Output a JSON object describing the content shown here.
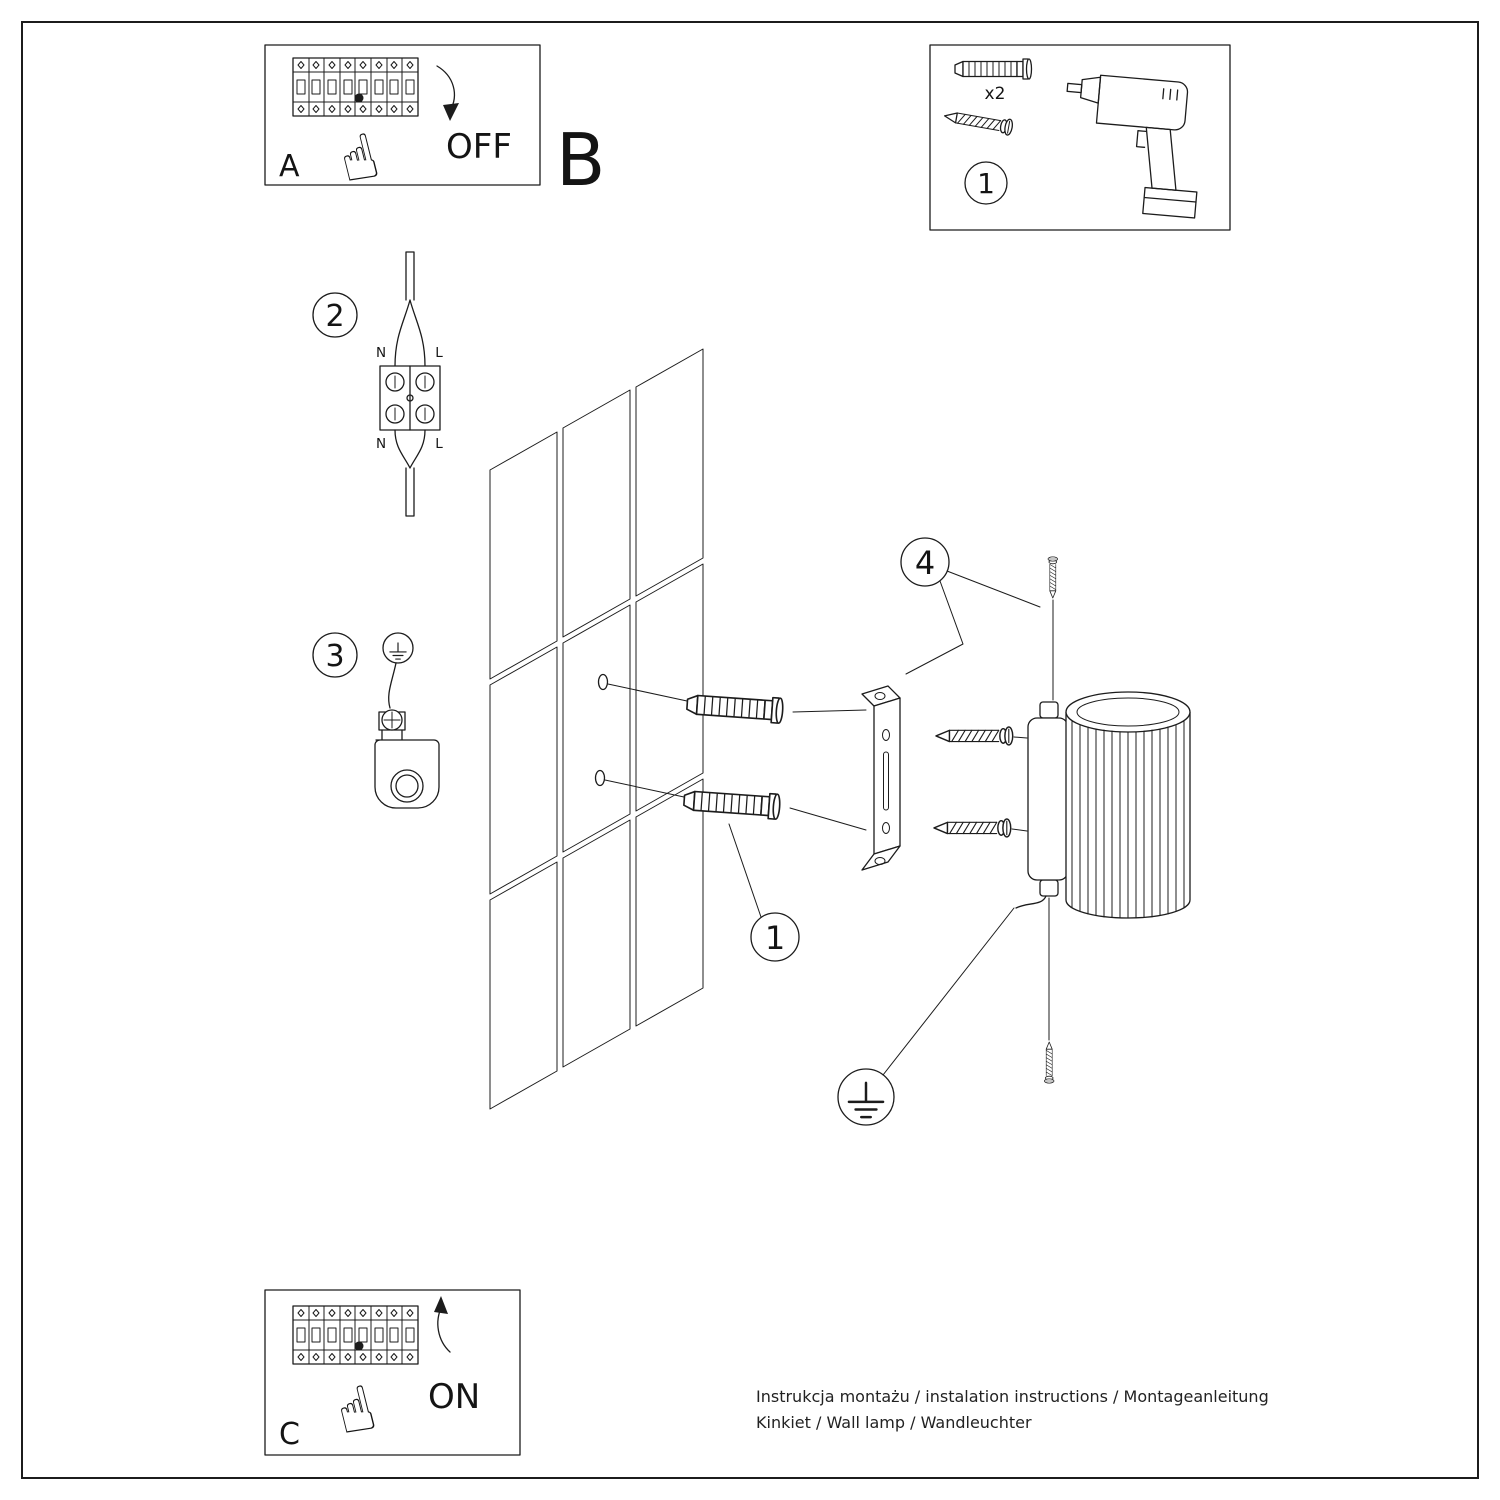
{
  "document": {
    "panels": {
      "a": {
        "label": "A",
        "switch_state": "OFF"
      },
      "b": {
        "label": "B"
      },
      "c": {
        "label": "C",
        "switch_state": "ON"
      }
    },
    "steps": {
      "s1": "1",
      "s2": "2",
      "s3": "3",
      "s4": "4"
    },
    "parts_box": {
      "step_number": "1",
      "anchor_quantity": "x2"
    },
    "callouts": {
      "anchor_detail": "1"
    },
    "wiring_labels": {
      "top_n": "N",
      "top_l": "L",
      "bottom_n": "N",
      "bottom_l": "L"
    },
    "footer": {
      "line1": "Instrukcja montażu / instalation instructions / Montageanleitung",
      "line2": "Kinkiet / Wall lamp / Wandleuchter"
    },
    "icons": {
      "hand": "☝"
    }
  }
}
